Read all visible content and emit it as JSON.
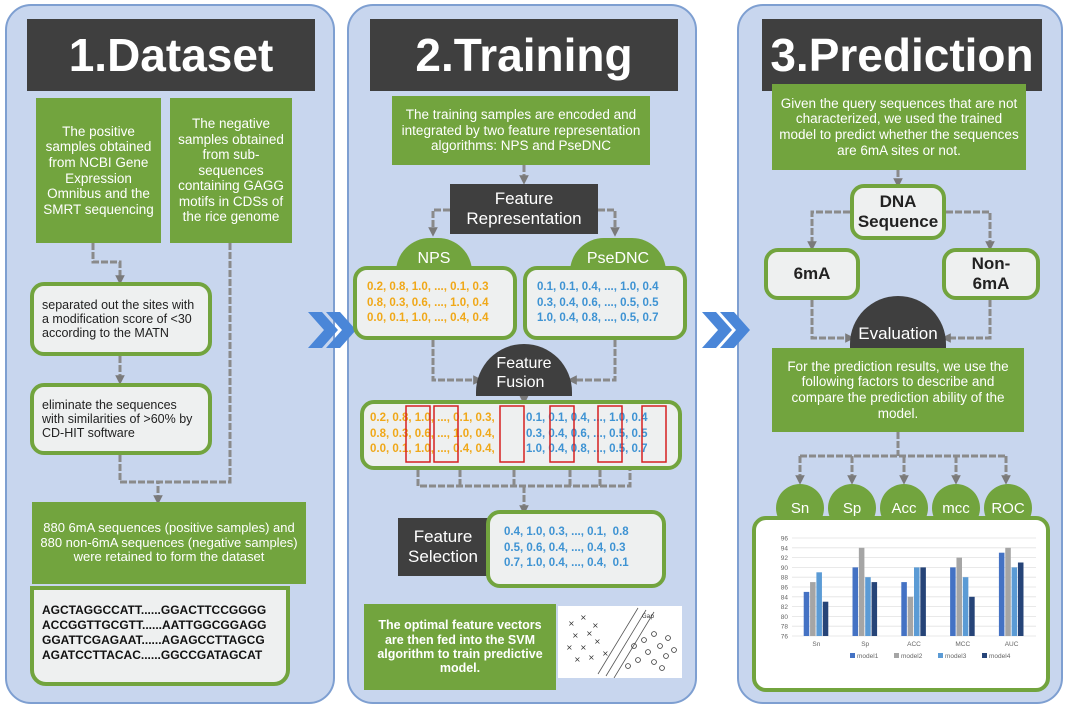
{
  "panel1": {
    "title": "1.Dataset",
    "positive": "The positive samples obtained from NCBI Gene Expression Omnibus and the SMRT sequencing",
    "negative": "The negative samples obtained from sub-sequences containing GAGG motifs in CDSs of the rice genome",
    "step1": "separated out the sites with a modification score of <30 according to the MATN",
    "step2": "eliminate the sequences with similarities of  >60% by CD-HIT software",
    "result": "880 6mA sequences (positive samples) and 880 non-6mA sequences (negative samples) were retained to form the dataset",
    "sequences": "AGCTAGGCCATT......GGACTTCCGGGG\nACCGGTTGCGTT......AATTGGCGGAGG\nGGATTCGAGAAT......AGAGCCTTAGCG\nAGATCCTTACAC......GGCCGATAGCAT"
  },
  "panel2": {
    "title": "2.Training",
    "intro": "The training samples are encoded and integrated by two feature representation algorithms: NPS and PseDNC",
    "feature_rep": "Feature\nRepresentation",
    "nps_label": "NPS",
    "psednc_label": "PseDNC",
    "nps_vec": "0.2, 0.8, 1.0, ..., 0.1, 0.3\n0.8, 0.3, 0.6, ..., 1.0, 0.4\n0.0, 0.1, 1.0, ..., 0.4, 0.4",
    "psednc_vec": "0.1, 0.1, 0.4, ..., 1.0, 0.4\n0.3, 0.4, 0.6, ..., 0.5, 0.5\n1.0, 0.4, 0.8, ..., 0.5, 0.7",
    "fusion_label": "Feature\nFusion",
    "fused_orange": "0.2, 0.8, 1.0, ..., 0.1, 0.3,\n0.8, 0.3, 0.6, ..., 1.0, 0.4,\n0.0, 0.1, 1.0, ..., 0.4, 0.4,",
    "fused_blue": "0.1, 0.1, 0.4, ..., 1.0, 0.4\n0.3, 0.4, 0.6, ..., 0.5, 0.5\n1.0, 0.4, 0.8, ..., 0.5, 0.7",
    "selection_label": "Feature\nSelection",
    "selected_vec": "0.4, 1.0, 0.3, ..., 0.1,  0.8\n0.5, 0.6, 0.4, ..., 0.4, 0.3\n0.7, 1.0, 0.4, ..., 0.4,  0.1",
    "svm_text": "The optimal feature vectors are then fed into the SVM algorithm to train predictive model.",
    "svm_gap_label": "Gap"
  },
  "panel3": {
    "title": "3.Prediction",
    "intro": "Given the query sequences that are not characterized, we used the trained model to predict whether the sequences are 6mA sites or not.",
    "dna": "DNA\nSequence",
    "pos": "6mA",
    "neg": "Non-6mA",
    "evaluation": "Evaluation",
    "eval_text": "For the prediction results, we use the following factors to describe and compare the prediction ability of the model.",
    "metrics": [
      "Sn",
      "Sp",
      "Acc",
      "mcc",
      "ROC"
    ]
  },
  "chart_data": {
    "type": "bar",
    "categories": [
      "Sn",
      "Sp",
      "ACC",
      "MCC",
      "AUC"
    ],
    "series": [
      {
        "name": "model1",
        "values": [
          85,
          90,
          87,
          90,
          93
        ]
      },
      {
        "name": "model2",
        "values": [
          87,
          94,
          84,
          92,
          94
        ]
      },
      {
        "name": "model3",
        "values": [
          89,
          88,
          90,
          88,
          90
        ]
      },
      {
        "name": "model4",
        "values": [
          83,
          87,
          90,
          84,
          91
        ]
      }
    ],
    "ylim": [
      76,
      96
    ],
    "yticks": [
      "76",
      "78",
      "80",
      "82",
      "84",
      "86",
      "88",
      "90",
      "92",
      "94",
      "96"
    ],
    "colors": [
      "#4472c4",
      "#a5a5a5",
      "#5b9bd5",
      "#264478"
    ],
    "legend": "bottom"
  }
}
